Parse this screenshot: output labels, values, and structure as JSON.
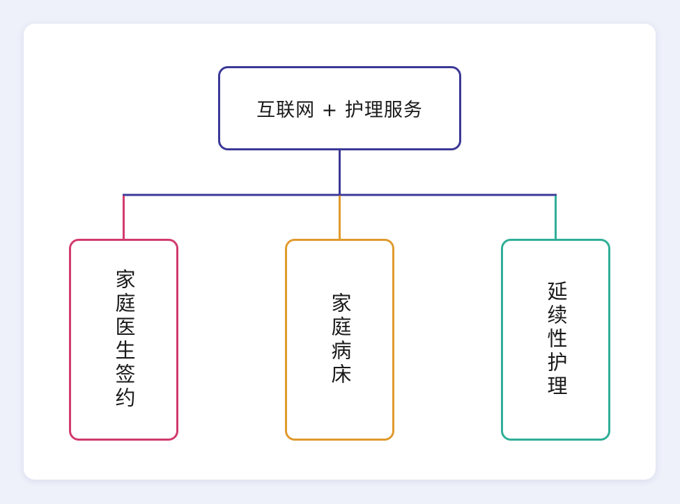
{
  "diagram": {
    "root": {
      "label": "互联网 + 护理服务",
      "color": "#3b3897"
    },
    "children": [
      {
        "label": "家庭医生签约",
        "color": "#d23a6e"
      },
      {
        "label": "家庭病床",
        "color": "#e09a2c"
      },
      {
        "label": "延续性护理",
        "color": "#2fae97"
      }
    ]
  }
}
